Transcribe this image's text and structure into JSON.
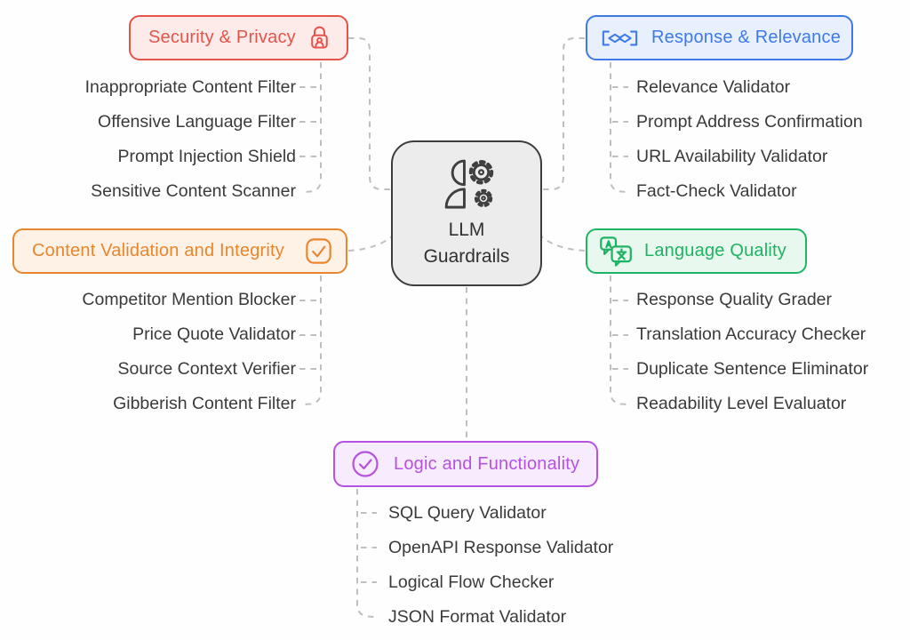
{
  "title": "LLM Guardrails mind map",
  "colors": {
    "connector": "#bfbfbf",
    "background": "#fefefe"
  },
  "center": {
    "line1": "LLM",
    "line2": "Guardrails",
    "icon": "person-gears-icon",
    "colors": {
      "border": "#3d3d3d",
      "bg": "#ececec",
      "text": "#303030"
    }
  },
  "branches": [
    {
      "label": "Security & Privacy",
      "icon": "lock-user-icon",
      "colors": {
        "main": "#e4544b",
        "bg": "#fcebe9"
      },
      "items": [
        "Inappropriate Content Filter",
        "Offensive Language Filter",
        "Prompt Injection Shield",
        "Sensitive Content Scanner"
      ]
    },
    {
      "label": "Response & Relevance",
      "icon": "handshake-icon",
      "colors": {
        "main": "#3e79e8",
        "bg": "#e8f0fd"
      },
      "items": [
        "Relevance Validator",
        "Prompt Address Confirmation",
        "URL Availability Validator",
        "Fact-Check Validator"
      ]
    },
    {
      "label": "Content Validation and Integrity",
      "icon": "check-square-icon",
      "colors": {
        "main": "#e8862e",
        "bg": "#fdf2e5"
      },
      "items": [
        "Competitor Mention Blocker",
        "Price Quote Validator",
        "Source Context Verifier",
        "Gibberish Content Filter"
      ]
    },
    {
      "label": "Language Quality",
      "icon": "translate-icon",
      "colors": {
        "main": "#1fb364",
        "bg": "#e8f8ee"
      },
      "items": [
        "Response Quality Grader",
        "Translation Accuracy Checker",
        "Duplicate Sentence Eliminator",
        "Readability Level Evaluator"
      ]
    },
    {
      "label": "Logic and Functionality",
      "icon": "check-circle-icon",
      "colors": {
        "main": "#b552e2",
        "bg": "#f7ecfd"
      },
      "items": [
        "SQL Query Validator",
        "OpenAPI Response Validator",
        "Logical Flow Checker",
        "JSON Format Validator"
      ]
    }
  ]
}
